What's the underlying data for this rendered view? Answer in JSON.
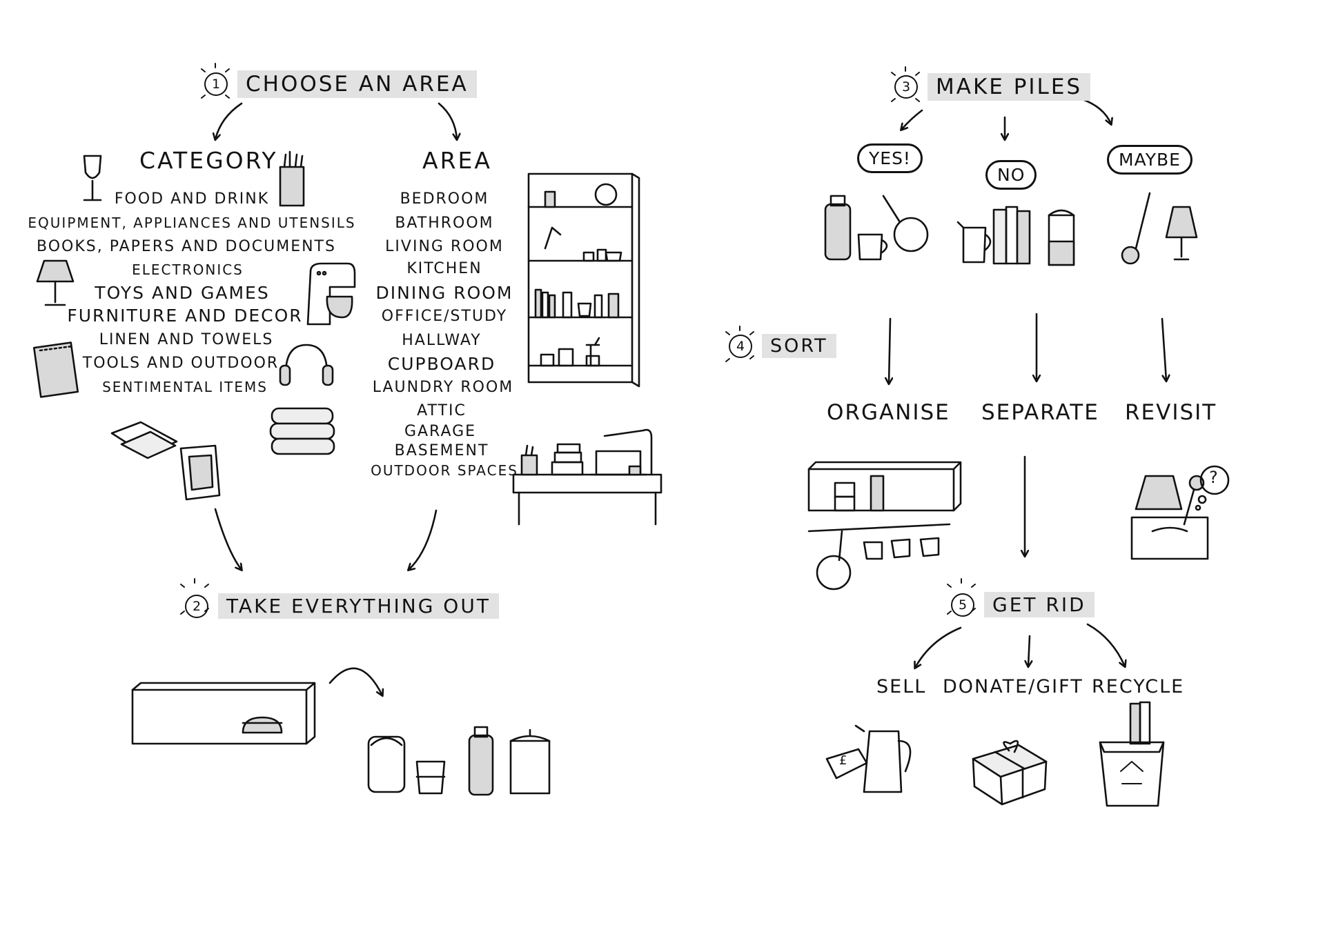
{
  "steps": {
    "s1": {
      "num": "1",
      "label": "Choose an area"
    },
    "s2": {
      "num": "2",
      "label": "Take everything out"
    },
    "s3": {
      "num": "3",
      "label": "Make piles"
    },
    "s4": {
      "num": "4",
      "label": "Sort"
    },
    "s5": {
      "num": "5",
      "label": "Get rid"
    }
  },
  "category": {
    "title": "Category",
    "items": [
      "Food and drink",
      "Equipment, appliances and utensils",
      "Books, papers and documents",
      "Electronics",
      "Toys and games",
      "Furniture and decor",
      "Linen and towels",
      "Tools and outdoor",
      "Sentimental items"
    ]
  },
  "area": {
    "title": "Area",
    "items": [
      "Bedroom",
      "Bathroom",
      "Living room",
      "Kitchen",
      "Dining room",
      "Office/study",
      "Hallway",
      "Cupboard",
      "Laundry room",
      "Attic",
      "Garage",
      "Basement",
      "Outdoor spaces"
    ]
  },
  "piles": {
    "yes": "Yes!",
    "no": "No",
    "maybe": "Maybe"
  },
  "outcomes": {
    "organise": "Organise",
    "separate": "Separate",
    "revisit": "Revisit"
  },
  "disposal": {
    "sell": "Sell",
    "donate": "Donate/gift",
    "recycle": "Recycle"
  },
  "marks": {
    "question": "?",
    "pound": "£"
  },
  "colors": {
    "ink": "#111111",
    "shade": "#d9d9d9",
    "highlight": "#e2e2e2"
  }
}
